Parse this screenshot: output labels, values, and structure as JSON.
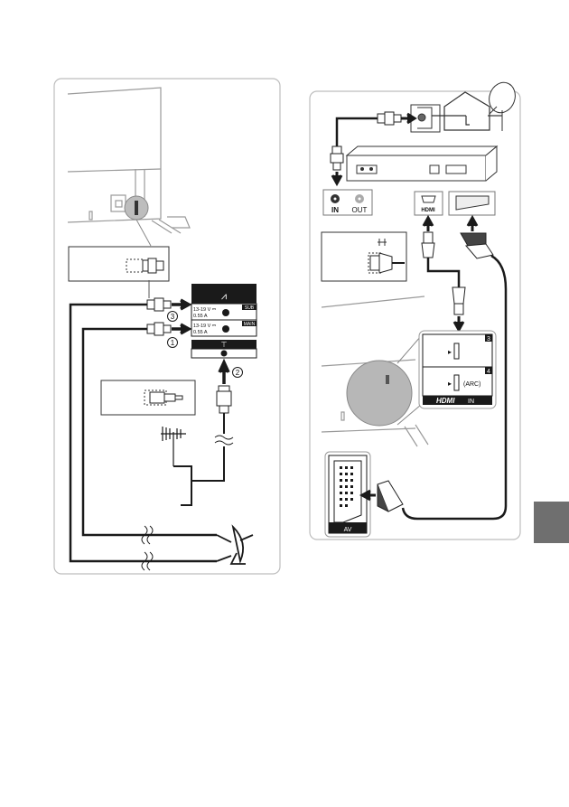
{
  "left_panel": {
    "lnb_sub_voltage": "13-19 V ⎓",
    "lnb_sub_current": "0.55 A",
    "lnb_sub_tag": "SUB",
    "lnb_main_voltage": "13-19 V ⎓",
    "lnb_main_current": "0.55 A",
    "lnb_main_tag": "MAIN",
    "step_1": "1",
    "step_2": "2",
    "step_3": "3"
  },
  "right_panel": {
    "in_label": "IN",
    "out_label": "OUT",
    "hdmi_logo": "HDMI",
    "hdmi_port_upper": "3",
    "hdmi_port_lower": "4",
    "arc_label": "(ARC)",
    "hdmi_in_logo": "HDMI",
    "hdmi_in_suffix": "IN",
    "av_label": "AV"
  },
  "colors": {
    "line": "#1a1a1a",
    "tv_outline": "#9a9a9a",
    "panel_border": "#bdbdbd",
    "side_tab": "#6f6f6f",
    "magnifier": "#b7b7b7"
  }
}
